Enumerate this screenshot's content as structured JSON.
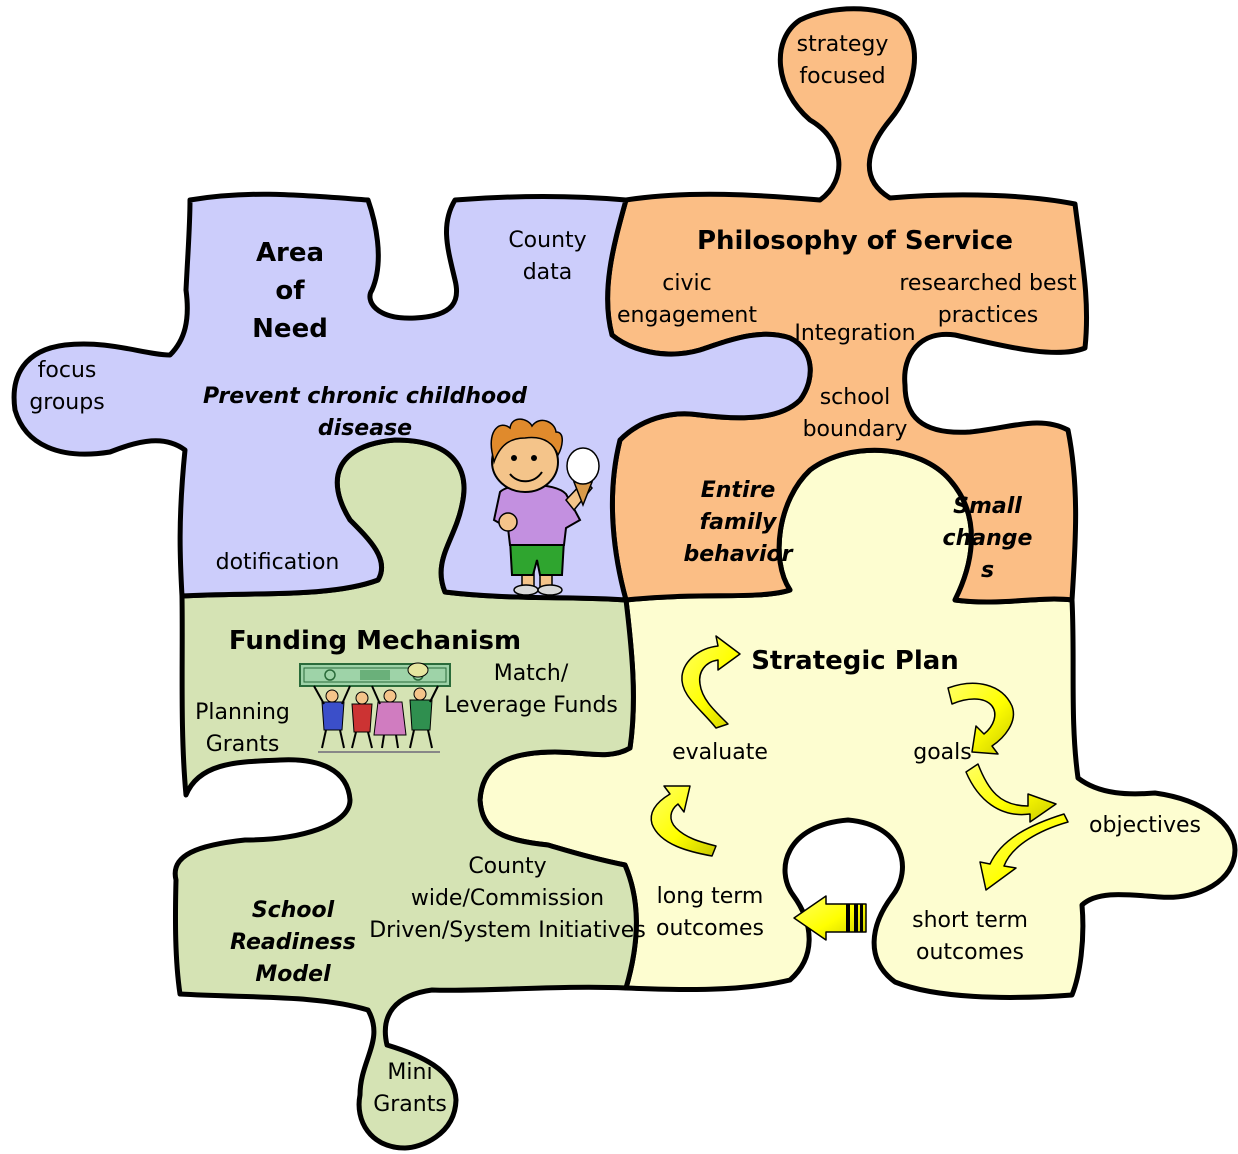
{
  "colors": {
    "area_of_need": "#cccdfb",
    "philosophy": "#fbbe85",
    "funding": "#d5e3b4",
    "strategic": "#fdfdd0",
    "arrow": "#ffff00",
    "outline": "#000000"
  },
  "area_of_need": {
    "title": "Area\nof\nNeed",
    "focus_groups": "focus\ngroups",
    "county_data": "County\ndata",
    "prevent": "Prevent chronic childhood\ndisease",
    "dotification": "dotification",
    "image": "boy-with-ice-cream-clipart"
  },
  "philosophy": {
    "strategy_focused": "strategy\nfocused",
    "title": "Philosophy of Service",
    "civic": "civic\nengagement",
    "researched": "researched best\npractices",
    "integration": "Integration",
    "school_boundary": "school\nboundary",
    "entire_family": "Entire\nfamily\nbehavior",
    "small_changes": "Small\nchange\ns"
  },
  "funding": {
    "title": "Funding Mechanism",
    "match": "Match/\nLeverage Funds",
    "planning": "Planning\nGrants",
    "county_wide": "County\nwide/Commission\nDriven/System Initiatives",
    "school_readiness": "School\nReadiness\nModel",
    "mini_grants": "Mini\nGrants",
    "image": "people-holding-money-clipart"
  },
  "strategic": {
    "title": "Strategic Plan",
    "evaluate": "evaluate",
    "goals": "goals",
    "objectives": "objectives",
    "long_term": "long term\noutcomes",
    "short_term": "short term\noutcomes"
  }
}
